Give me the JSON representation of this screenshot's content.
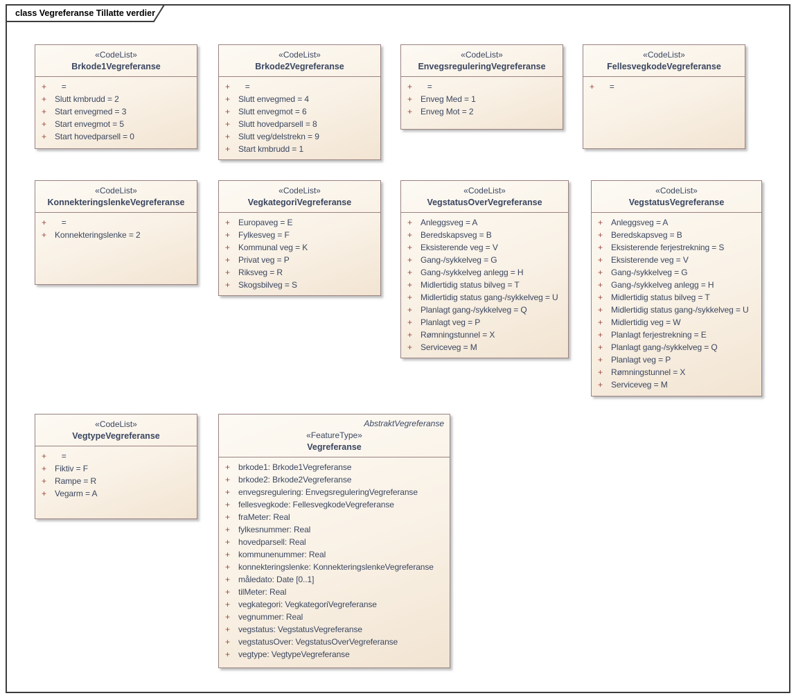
{
  "diagram": {
    "frame_label": "class Vegreferanse Tillatte verdier",
    "visibility_symbol": "+",
    "colors": {
      "box_fill_top": "#fdfaf4",
      "box_fill_bottom": "#f2e4d2",
      "box_border": "#9a8181",
      "frame_border": "#3c3c3c",
      "text": "#3a4660",
      "visibility_marker": "#9c4b41"
    }
  },
  "boxes": [
    {
      "stereotype": "«CodeList»",
      "name": "Brkode1Vegreferanse",
      "attributes": [
        "   =",
        "Slutt kmbrudd = 2",
        "Start envegmed = 3",
        "Start envegmot = 5",
        "Start hovedparsell = 0"
      ]
    },
    {
      "stereotype": "«CodeList»",
      "name": "Brkode2Vegreferanse",
      "attributes": [
        "   =",
        "Slutt envegmed = 4",
        "Slutt envegmot = 6",
        "Slutt hovedparsell = 8",
        "Slutt veg/delstrekn = 9",
        "Start kmbrudd = 1"
      ]
    },
    {
      "stereotype": "«CodeList»",
      "name": "EnvegsreguleringVegreferanse",
      "attributes": [
        "   =",
        "Enveg Med = 1",
        "Enveg Mot = 2"
      ]
    },
    {
      "stereotype": "«CodeList»",
      "name": "FellesvegkodeVegreferanse",
      "attributes": [
        "   ="
      ]
    },
    {
      "stereotype": "«CodeList»",
      "name": "KonnekteringslenkeVegreferanse",
      "attributes": [
        "   =",
        "Konnekteringslenke = 2"
      ]
    },
    {
      "stereotype": "«CodeList»",
      "name": "VegkategoriVegreferanse",
      "attributes": [
        "Europaveg = E",
        "Fylkesveg = F",
        "Kommunal veg = K",
        "Privat veg = P",
        "Riksveg = R",
        "Skogsbilveg = S"
      ]
    },
    {
      "stereotype": "«CodeList»",
      "name": "VegstatusOverVegreferanse",
      "attributes": [
        "Anleggsveg = A",
        "Beredskapsveg = B",
        "Eksisterende veg = V",
        "Gang-/sykkelveg = G",
        "Gang-/sykkelveg anlegg = H",
        "Midlertidig status bilveg = T",
        "Midlertidig status gang-/sykkelveg = U",
        "Planlagt gang-/sykkelveg = Q",
        "Planlagt veg = P",
        "Rømningstunnel = X",
        "Serviceveg = M"
      ]
    },
    {
      "stereotype": "«CodeList»",
      "name": "VegstatusVegreferanse",
      "attributes": [
        "Anleggsveg = A",
        "Beredskapsveg = B",
        "Eksisterende ferjestrekning = S",
        "Eksisterende veg = V",
        "Gang-/sykkelveg = G",
        "Gang-/sykkelveg anlegg = H",
        "Midlertidig status bilveg = T",
        "Midlertidig status gang-/sykkelveg = U",
        "Midlertidig veg = W",
        "Planlagt ferjestrekning = E",
        "Planlagt gang-/sykkelveg = Q",
        "Planlagt veg = P",
        "Rømningstunnel = X",
        "Serviceveg = M"
      ]
    },
    {
      "stereotype": "«CodeList»",
      "name": "VegtypeVegreferanse",
      "attributes": [
        "   =",
        "Fiktiv = F",
        "Rampe = R",
        "Vegarm = A"
      ]
    },
    {
      "tagline": "AbstraktVegreferanse",
      "stereotype": "«FeatureType»",
      "name": "Vegreferanse",
      "attributes": [
        "brkode1: Brkode1Vegreferanse",
        "brkode2: Brkode2Vegreferanse",
        "envegsregulering: EnvegsreguleringVegreferanse",
        "fellesvegkode: FellesvegkodeVegreferanse",
        "fraMeter: Real",
        "fylkesnummer: Real",
        "hovedparsell: Real",
        "kommunenummer: Real",
        "konnekteringslenke: KonnekteringslenkeVegreferanse",
        "måledato: Date [0..1]",
        "tilMeter: Real",
        "vegkategori: VegkategoriVegreferanse",
        "vegnummer: Real",
        "vegstatus: VegstatusVegreferanse",
        "vegstatusOver: VegstatusOverVegreferanse",
        "vegtype: VegtypeVegreferanse"
      ]
    }
  ]
}
